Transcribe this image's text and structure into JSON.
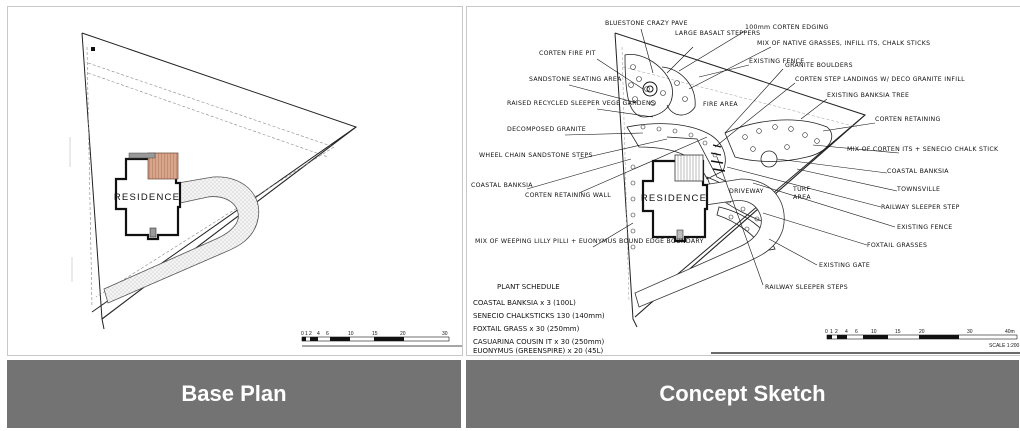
{
  "captions": {
    "left": "Base Plan",
    "right": "Concept Sketch"
  },
  "base_plan": {
    "house_label": "RESIDENCE",
    "scale_ticks": [
      "0",
      "1",
      "2",
      "4",
      "6",
      "10",
      "15",
      "20",
      "30"
    ]
  },
  "concept_sketch": {
    "house_label": "RESIDENCE",
    "inner_labels": {
      "fire_area": "FIRE AREA",
      "turf": "TURF",
      "area": "AREA",
      "driveway": "DRIVEWAY"
    },
    "callouts": [
      "BLUESTONE CRAZY PAVE",
      "LARGE BASALT STEPPERS",
      "100mm CORTEN EDGING",
      "MIX OF NATIVE GRASSES, INFILL ITS, CHALK STICKS",
      "CORTEN FIRE PIT",
      "EXISTING FENCE",
      "SANDSTONE SEATING AREA",
      "GRANITE BOULDERS",
      "CORTEN STEP LANDINGS W/ DECO GRANITE INFILL",
      "RAISED RECYCLED SLEEPER VEGE GARDENS",
      "EXISTING BANKSIA TREE",
      "DECOMPOSED GRANITE",
      "CORTEN RETAINING",
      "WHEEL CHAIN SANDSTONE STEPS",
      "MIX OF CORTEN ITS + SENECIO CHALK STICK",
      "COASTAL BANKSIA",
      "COASTAL BANKSIA",
      "TOWNSVILLE",
      "CORTEN RETAINING WALL",
      "RAILWAY SLEEPER STEP",
      "EXISTING FENCE",
      "FOXTAIL GRASSES",
      "MIX OF WEEPING LILLY PILLI + EUONYMUS BOUND EDGE BOUNDARY",
      "EXISTING GATE",
      "RAILWAY SLEEPER STEPS"
    ],
    "schedule_title": "PLANT SCHEDULE",
    "schedule": [
      "COASTAL BANKSIA  x 3 (100L)",
      "SENECIO CHALKSTICKS  130 (140mm)",
      "FOXTAIL GRASS  x 30 (250mm)",
      "CASUARINA COUSIN IT  x 30 (250mm)",
      "EUONYMUS (GREENSPIRE) x 20 (45L)"
    ],
    "scale_ticks": [
      "0",
      "1",
      "2",
      "4",
      "6",
      "10",
      "15",
      "20",
      "30",
      "40m"
    ],
    "scale_note": "SCALE 1:200"
  }
}
